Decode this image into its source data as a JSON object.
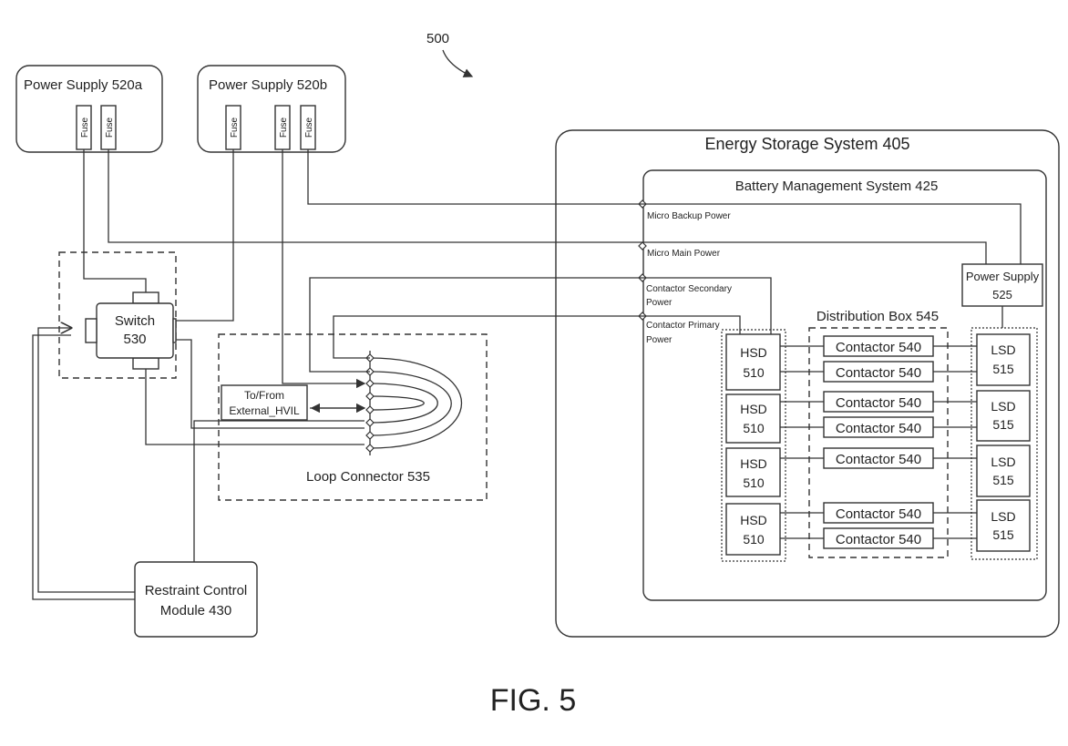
{
  "figure": {
    "ref": "500",
    "caption": "FIG. 5"
  },
  "power_supplies": {
    "a": {
      "title": "Power Supply 520a",
      "fuses": [
        "Fuse",
        "Fuse"
      ]
    },
    "b": {
      "title": "Power Supply 520b",
      "fuses": [
        "Fuse",
        "Fuse",
        "Fuse"
      ]
    }
  },
  "switch": {
    "line1": "Switch",
    "line2": "530"
  },
  "loop": {
    "label": "Loop Connector 535",
    "ext_line1": "To/From",
    "ext_line2": "External_HVIL"
  },
  "rcm": {
    "line1": "Restraint Control",
    "line2": "Module 430"
  },
  "ess": {
    "title": "Energy Storage System 405"
  },
  "bms": {
    "title": "Battery Management System 425",
    "signals": {
      "backup": "Micro Backup Power",
      "main": "Micro Main Power",
      "sec1": "Contactor Secondary",
      "sec2": "Power",
      "pri1": "Contactor Primary",
      "pri2": "Power"
    }
  },
  "ps525": {
    "line1": "Power Supply",
    "line2": "525"
  },
  "dist": {
    "title": "Distribution Box 545",
    "hsd": [
      {
        "line1": "HSD",
        "line2": "510"
      },
      {
        "line1": "HSD",
        "line2": "510"
      },
      {
        "line1": "HSD",
        "line2": "510"
      },
      {
        "line1": "HSD",
        "line2": "510"
      }
    ],
    "lsd": [
      {
        "line1": "LSD",
        "line2": "515"
      },
      {
        "line1": "LSD",
        "line2": "515"
      },
      {
        "line1": "LSD",
        "line2": "515"
      },
      {
        "line1": "LSD",
        "line2": "515"
      }
    ],
    "contactors": [
      "Contactor 540",
      "Contactor 540",
      "Contactor 540",
      "Contactor 540",
      "Contactor 540",
      "Contactor 540",
      "Contactor 540"
    ]
  }
}
